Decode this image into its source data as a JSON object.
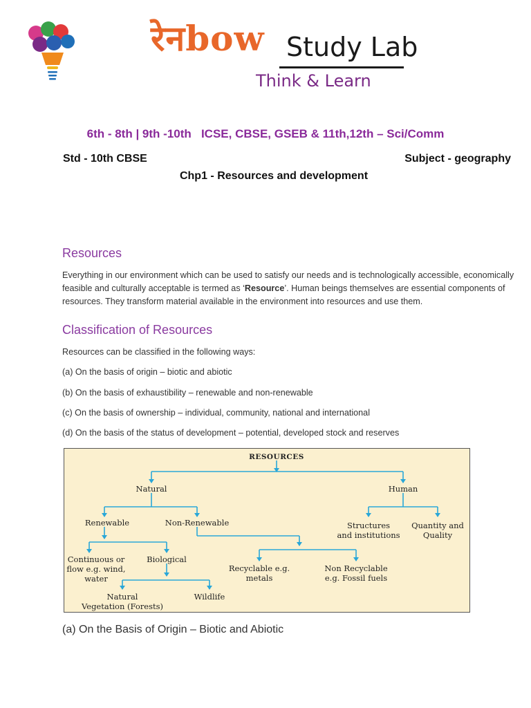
{
  "header": {
    "brand_hindi": "रेनbow",
    "brand_name": "Study Lab",
    "tagline": "Think & Learn",
    "classes_line": "6th - 8th | 9th -10th   ICSE, CBSE, GSEB & 11th,12th – Sci/Comm",
    "std": "Std - 10th CBSE",
    "subject": "Subject - geography",
    "chapter": "Chp1 - Resources and development"
  },
  "sections": {
    "resources_heading": "Resources",
    "resources_para_1": "Everything in our environment which can be used to satisfy our needs and is technologically accessible, economically feasible and culturally acceptable is termed as ‘",
    "resources_para_bold": "Resource",
    "resources_para_2": "’. Human beings themselves are essential components of resources. They transform material available in the environment into resources and use them.",
    "classification_heading": "Classification of Resources",
    "classification_intro": "Resources can be classified in the following ways:",
    "items": [
      "(a) On the basis of origin – biotic and abiotic",
      "(b) On the basis of exhaustibility – renewable and non-renewable",
      "(c) On the basis of ownership – individual, community, national and international",
      "(d) On the basis of the status of development – potential, developed stock and reserves"
    ],
    "caption": "(a) On the Basis of Origin – Biotic and Abiotic"
  },
  "diagram": {
    "root": "RESOURCES",
    "natural": "Natural",
    "human": "Human",
    "renewable": "Renewable",
    "non_renewable": "Non-Renewable",
    "structures_1": "Structures",
    "structures_2": "and institutions",
    "quantity_1": "Quantity and",
    "quantity_2": "Quality",
    "continuous_1": "Continuous or",
    "continuous_2": "flow e.g. wind,",
    "continuous_3": "water",
    "biological": "Biological",
    "recyclable_1": "Recyclable e.g.",
    "recyclable_2": "metals",
    "nonrecyclable_1": "Non Recyclable",
    "nonrecyclable_2": "e.g. Fossil fuels",
    "natural_veg_1": "Natural",
    "natural_veg_2": "Vegetation (Forests)",
    "wildlife": "Wildlife"
  },
  "colors": {
    "accent_purple": "#8a3aa0",
    "brand_orange": "#e8672a",
    "diagram_bg": "#fbf0cf",
    "diagram_line": "#2aa7d8"
  }
}
